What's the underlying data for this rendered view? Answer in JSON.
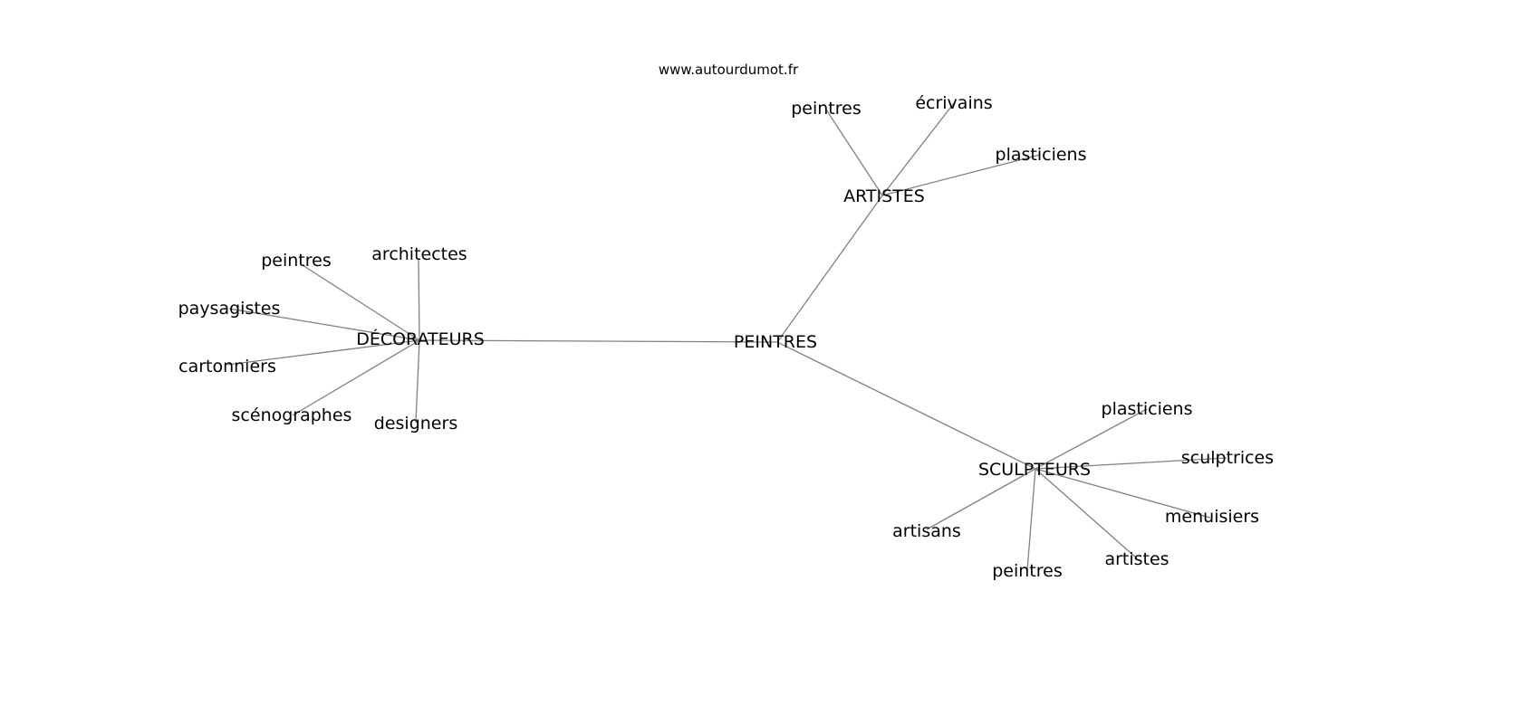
{
  "site_text": "www.autourdumot.fr",
  "colors": {
    "edge": "#808080",
    "text": "#000000",
    "background": "#ffffff"
  },
  "graph": {
    "center": "PEINTRES",
    "hubs": [
      {
        "id": "decorateurs",
        "label": "DÉCORATEURS",
        "leaves": [
          {
            "id": "dec-architectes",
            "label": "architectes"
          },
          {
            "id": "dec-peintres",
            "label": "peintres"
          },
          {
            "id": "dec-paysagistes",
            "label": "paysagistes"
          },
          {
            "id": "dec-cartonniers",
            "label": "cartonniers"
          },
          {
            "id": "dec-scenographes",
            "label": "scénographes"
          },
          {
            "id": "dec-designers",
            "label": "designers"
          }
        ]
      },
      {
        "id": "artistes",
        "label": "ARTISTES",
        "leaves": [
          {
            "id": "art-peintres",
            "label": "peintres"
          },
          {
            "id": "art-ecrivains",
            "label": "écrivains"
          },
          {
            "id": "art-plasticiens",
            "label": "plasticiens"
          }
        ]
      },
      {
        "id": "sculpteurs",
        "label": "SCULPTEURS",
        "leaves": [
          {
            "id": "scu-plasticiens",
            "label": "plasticiens"
          },
          {
            "id": "scu-sculptrices",
            "label": "sculptrices"
          },
          {
            "id": "scu-menuisiers",
            "label": "menuisiers"
          },
          {
            "id": "scu-artistes",
            "label": "artistes"
          },
          {
            "id": "scu-peintres",
            "label": "peintres"
          },
          {
            "id": "scu-artisans",
            "label": "artisans"
          }
        ]
      }
    ]
  }
}
